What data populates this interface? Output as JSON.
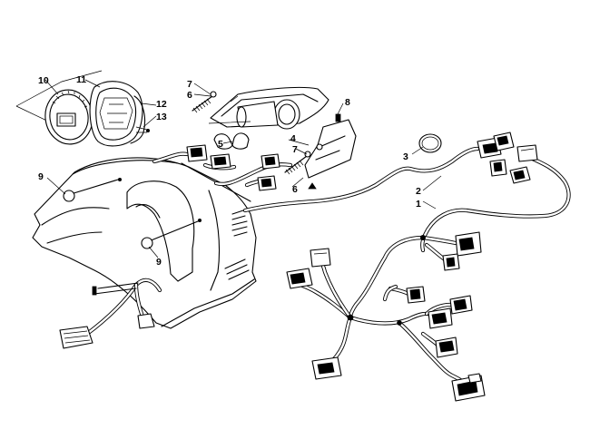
{
  "diagram": {
    "callouts": {
      "c1": "1",
      "c2": "2",
      "c3": "3",
      "c4": "4",
      "c5": "5",
      "c6a": "6",
      "c6b": "6",
      "c7a": "7",
      "c7b": "7",
      "c8": "8",
      "c9a": "9",
      "c9b": "9",
      "c10": "10",
      "c11": "11",
      "c12": "12",
      "c13": "13"
    }
  }
}
